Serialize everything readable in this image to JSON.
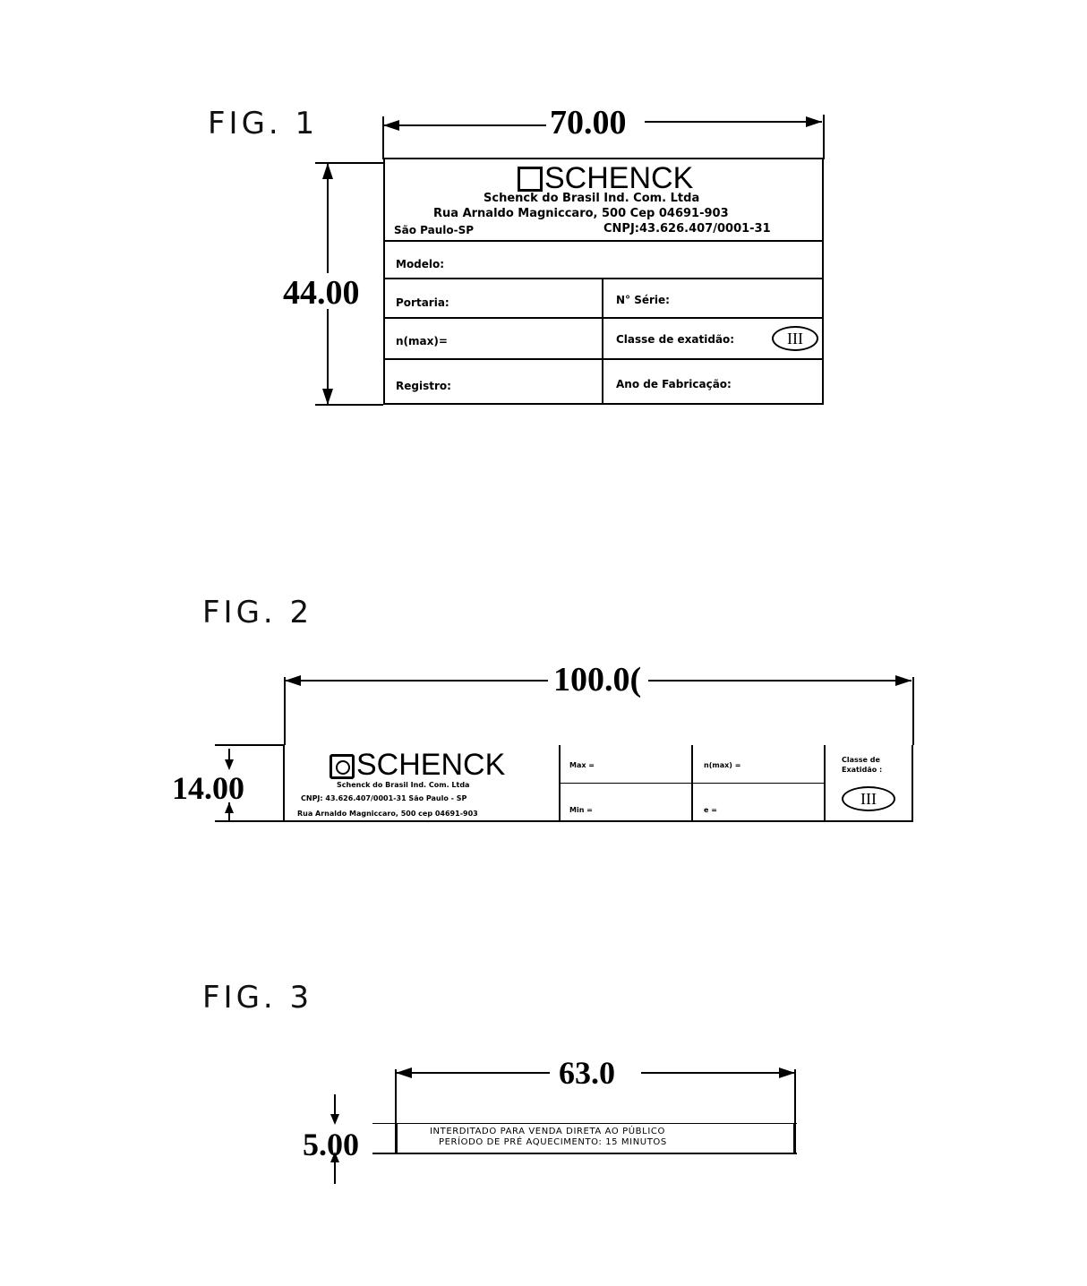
{
  "fig1": {
    "label": "FIG. 1",
    "width_dim": "70.00",
    "height_dim": "44.00",
    "brand": "SCHENCK",
    "company": "Schenck do Brasil Ind. Com. Ltda",
    "address": "Rua Arnaldo Magniccaro, 500 Cep 04691-903",
    "city": "São Paulo-SP",
    "cnpj": "CNPJ:43.626.407/0001-31",
    "modelo": "Modelo:",
    "portaria": "Portaria:",
    "serie": "N° Série:",
    "nmax": "n(max)=",
    "classe": "Classe de exatidão:",
    "classe_value": "III",
    "registro": "Registro:",
    "ano": "Ano de Fabricação:"
  },
  "fig2": {
    "label": "FIG. 2",
    "width_dim": "100.0(",
    "height_dim": "14.00",
    "brand": "SCHENCK",
    "company": "Schenck do Brasil Ind. Com. Ltda",
    "cnpj_line": "CNPJ: 43.626.407/0001-31 São Paulo - SP",
    "address": "Rua Arnaldo Magniccaro, 500 cep 04691-903",
    "max": "Max =",
    "nmax": "n(max) =",
    "min": "Min =",
    "e": "e =",
    "classe_line1": "Classe de",
    "classe_line2": "Exatidão :",
    "classe_value": "III"
  },
  "fig3": {
    "label": "FIG. 3",
    "width_dim": "63.0",
    "height_dim": "5.00",
    "line1": "INTERDITADO PARA VENDA DIRETA AO PÚBLICO",
    "line2": "PERÍODO DE PRÉ AQUECIMENTO: 15 MINUTOS"
  }
}
